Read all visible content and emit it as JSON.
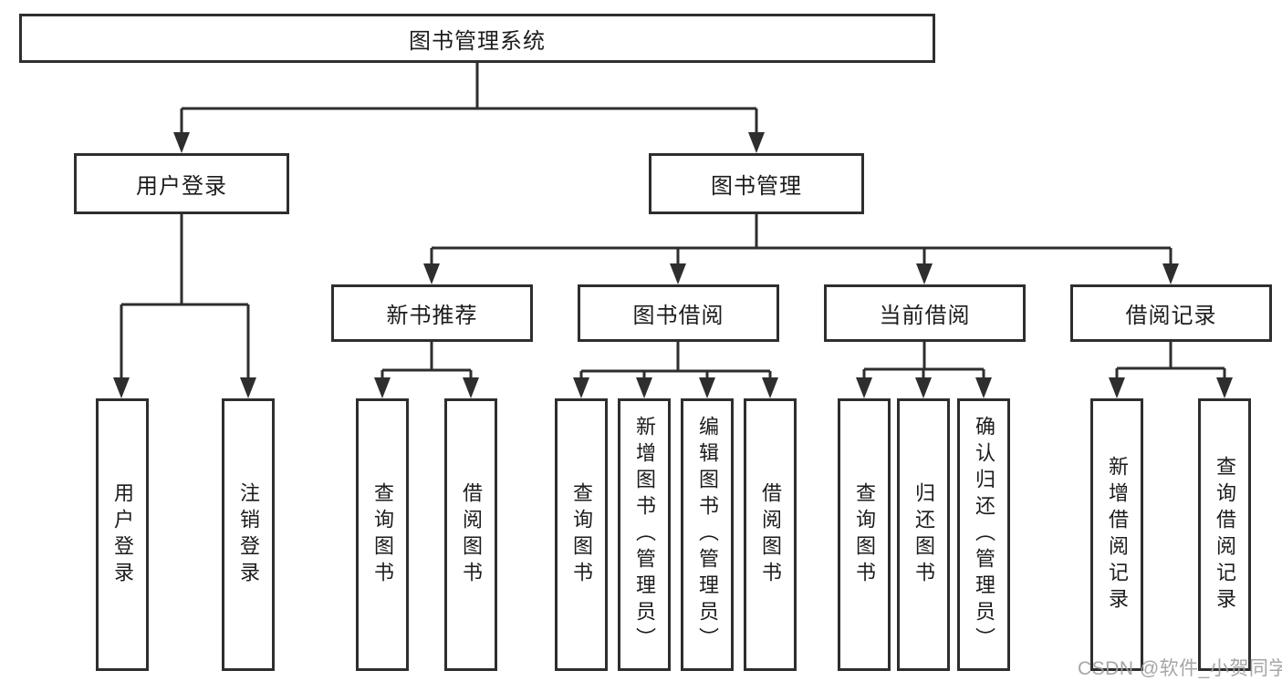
{
  "tree": {
    "root": "图书管理系统",
    "children": [
      {
        "label": "用户登录",
        "children": [
          "用户登录",
          "注销登录"
        ]
      },
      {
        "label": "图书管理",
        "children": [
          {
            "label": "新书推荐",
            "children": [
              "查询图书",
              "借阅图书"
            ]
          },
          {
            "label": "图书借阅",
            "children": [
              "查询图书",
              "新增图书（管理员）",
              "编辑图书（管理员）",
              "借阅图书"
            ]
          },
          {
            "label": "当前借阅",
            "children": [
              "查询图书",
              "归还图书",
              "确认归还（管理员）"
            ]
          },
          {
            "label": "借阅记录",
            "children": [
              "新增借阅记录",
              "查询借阅记录"
            ]
          }
        ]
      }
    ]
  },
  "colors": {
    "line": "#2e2e2e",
    "text": "#1c1c1c",
    "watermark": "#9e9e9e",
    "background": "#ffffff"
  },
  "watermark": {
    "text": "CSDN @软件_小贺同学"
  }
}
